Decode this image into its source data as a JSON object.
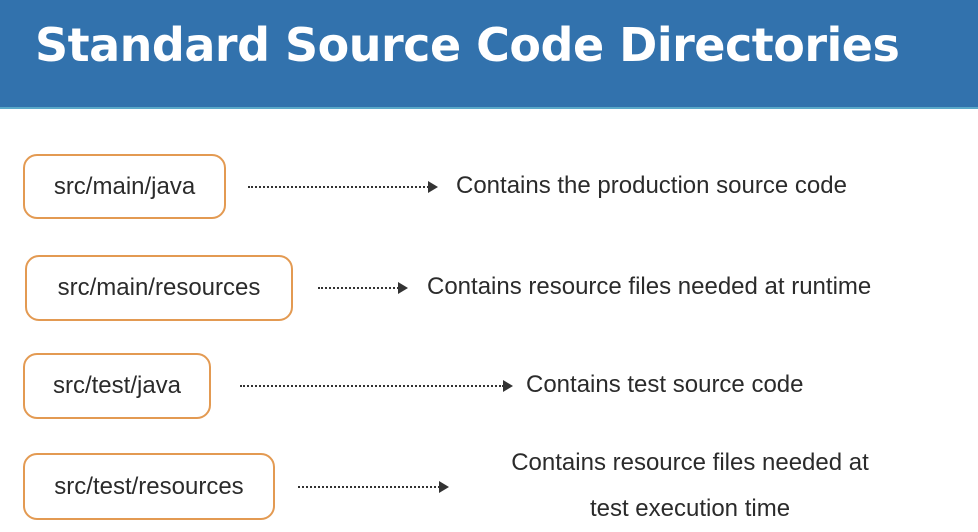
{
  "header": {
    "title": "Standard Source Code Directories",
    "background_color": "#3272ad"
  },
  "box_border_color": "#e39a52",
  "rows": [
    {
      "directory": "src/main/java",
      "description": "Contains the production source code"
    },
    {
      "directory": "src/main/resources",
      "description": "Contains resource files needed at runtime"
    },
    {
      "directory": "src/test/java",
      "description": "Contains test source code"
    },
    {
      "directory": "src/test/resources",
      "description_line1": "Contains resource files needed at",
      "description_line2": "test execution time"
    }
  ]
}
